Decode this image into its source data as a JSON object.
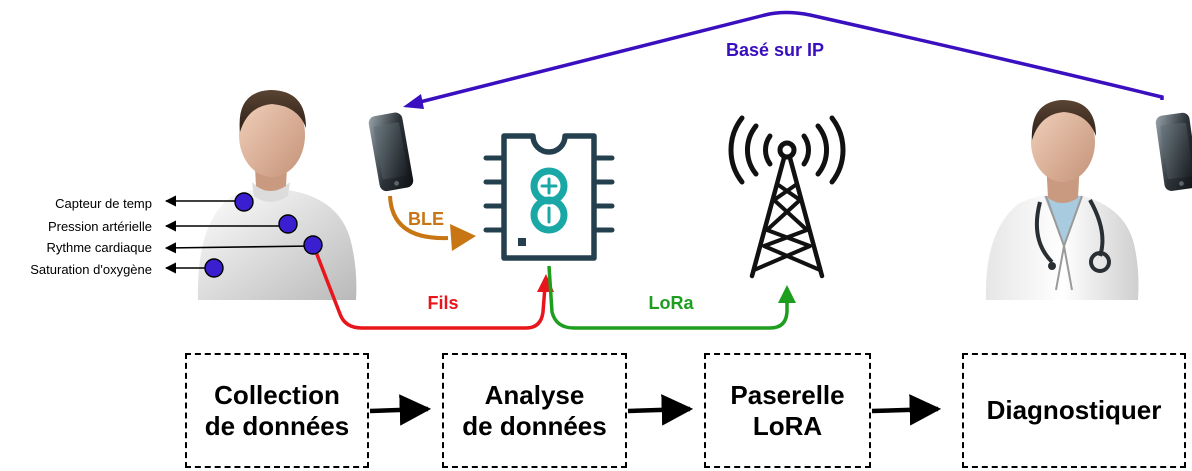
{
  "sensors": [
    {
      "label": "Capteur de temp"
    },
    {
      "label": "Pression artérielle"
    },
    {
      "label": "Rythme cardiaque"
    },
    {
      "label": "Saturation d'oxygène"
    }
  ],
  "connections": {
    "ip": "Basé sur IP",
    "ble": "BLE",
    "wire": "Fils",
    "lora": "LoRa"
  },
  "stages": [
    {
      "line1": "Collection",
      "line2": "de données"
    },
    {
      "line1": "Analyse",
      "line2": "de données"
    },
    {
      "line1": "Paserelle",
      "line2": "LoRA"
    },
    {
      "line1": "Diagnostiquer",
      "line2": ""
    }
  ],
  "colors": {
    "ip": "#3a0fbf",
    "ble": "#c87514",
    "wire": "#e8161c",
    "lora": "#1e9e1e",
    "sensor_dot": "#3a1fd0",
    "chip": "#24404f",
    "arduino": "#19a8a6"
  }
}
